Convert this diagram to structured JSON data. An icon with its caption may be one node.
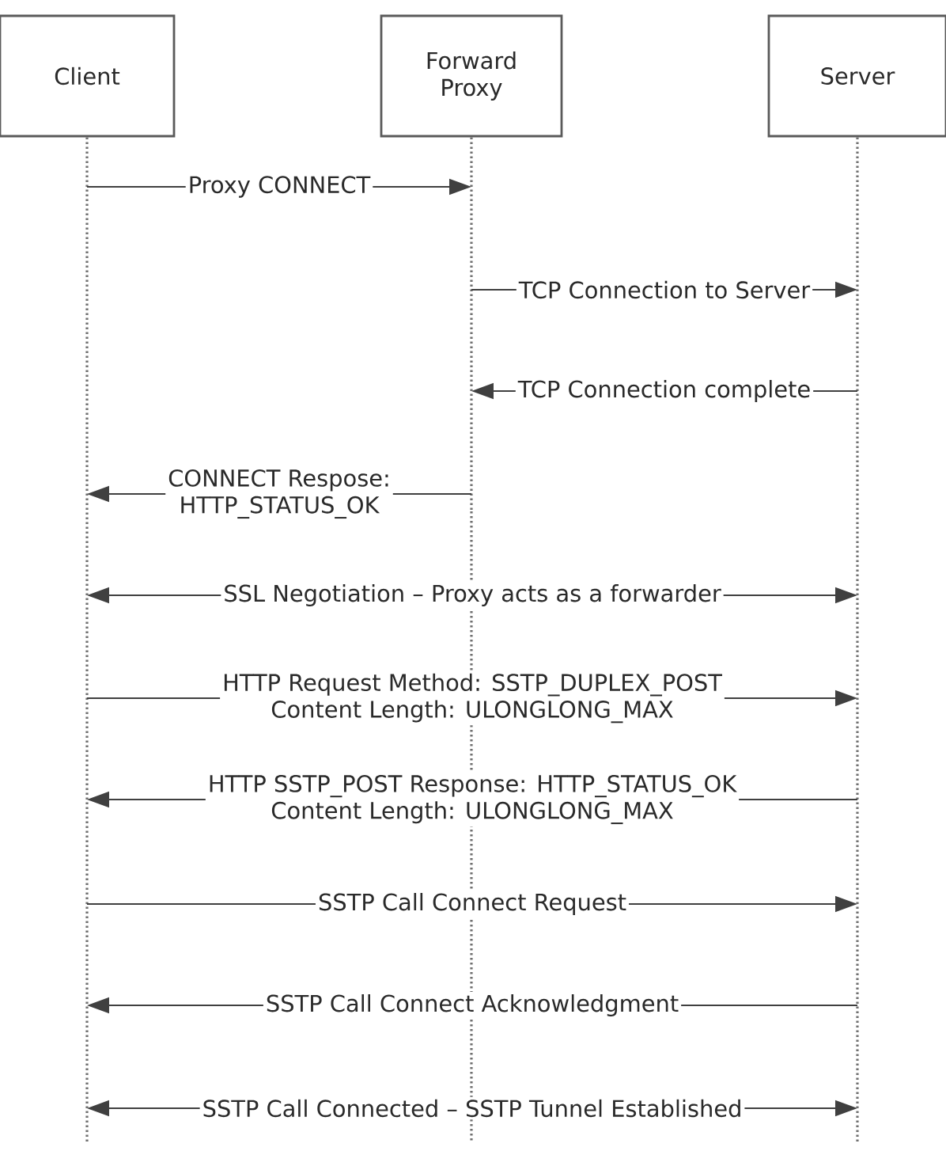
{
  "diagram": {
    "nodes": [
      {
        "text": [
          "Client"
        ]
      },
      {
        "text": [
          "Forward Proxy"
        ]
      },
      {
        "text": [
          "Server"
        ]
      }
    ],
    "edges": [
      {
        "from": 0,
        "to": 1,
        "arrow": "to",
        "label": "Proxy CONNECT"
      },
      {
        "from": 1,
        "to": 2,
        "arrow": "to",
        "label": "TCP Connection to Server"
      },
      {
        "from": 2,
        "to": 1,
        "arrow": "to",
        "label": "TCP Connection complete"
      },
      {
        "from": 1,
        "to": 0,
        "arrow": "to",
        "label": "CONNECT Respose: HTTP_STATUS_OK"
      },
      {
        "from": 0,
        "to": 2,
        "arrow": "both",
        "label": "SSL Negotiation – Proxy acts as a forwarder"
      },
      {
        "from": 0,
        "to": 2,
        "arrow": "to",
        "label": "HTTP Request Method: SSTP_DUPLEX_POST Content Length: ULONGLONG_MAX"
      },
      {
        "from": 2,
        "to": 0,
        "arrow": "to",
        "label": "HTTP SSTP_POST Response: HTTP_STATUS_OK Content Length: ULONGLONG_MAX"
      },
      {
        "from": 0,
        "to": 2,
        "arrow": "to",
        "label": "SSTP Call Connect Request"
      },
      {
        "from": 2,
        "to": 0,
        "arrow": "to",
        "label": "SSTP Call Connect Acknowledgment"
      },
      {
        "from": 0,
        "to": 2,
        "arrow": "both",
        "label": "SSTP Call Connected – SSTP Tunnel Established"
      }
    ]
  }
}
